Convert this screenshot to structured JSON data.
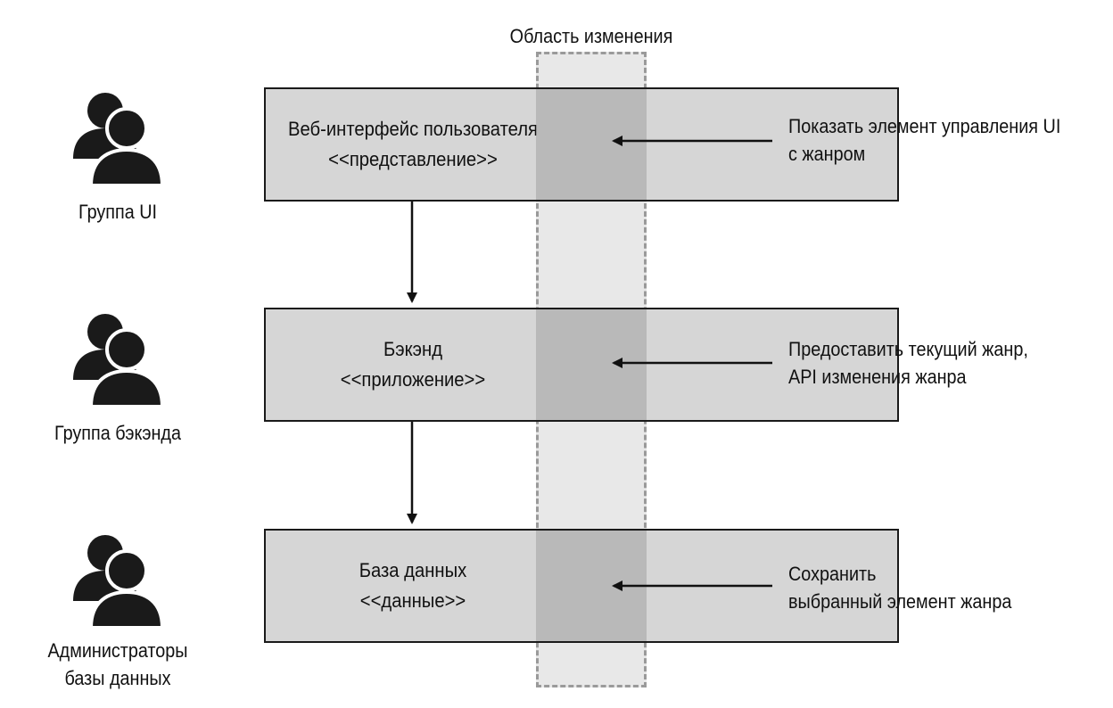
{
  "change_area": {
    "label": "Область изменения"
  },
  "groups": [
    {
      "label": "Группа UI"
    },
    {
      "label": "Группа бэкэнда"
    },
    {
      "label_lines": [
        "Администраторы",
        "базы данных"
      ]
    }
  ],
  "layers": [
    {
      "name": "Веб-интерфейс пользователя",
      "stereotype": "<<представление>>",
      "note_lines": [
        "Показать элемент управления UI",
        "с жанром"
      ]
    },
    {
      "name": "Бэкэнд",
      "stereotype": "<<приложение>>",
      "note_lines": [
        "Предоставить текущий жанр,",
        "API изменения жанра"
      ]
    },
    {
      "name": "База данных",
      "stereotype": "<<данные>>",
      "note_lines": [
        "Сохранить",
        "выбранный элемент жанра"
      ]
    }
  ],
  "colors": {
    "box_fill": "#d6d6d6",
    "zone_fill": "#a9a9a9",
    "zone_border": "#9a9a9a",
    "stroke": "#1a1a1a"
  },
  "icons": [
    "person-group-icon",
    "person-group-icon",
    "person-group-icon"
  ]
}
